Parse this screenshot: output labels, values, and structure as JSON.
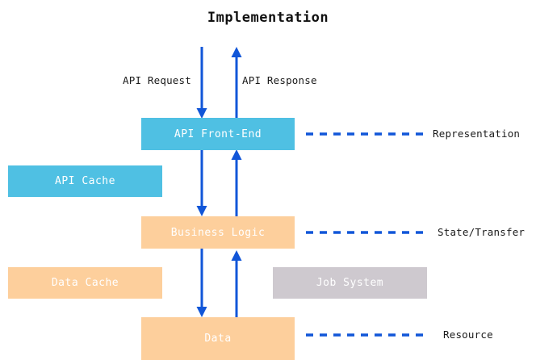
{
  "diagram": {
    "title": "Implementation",
    "accent_arrow_color": "#1156D8",
    "colors": {
      "blue_node": "#4FC0E3",
      "orange_node": "#FDCF9C",
      "gray_node": "#CEC9CF",
      "arrow": "#1156D8",
      "text_on_node": "#FFFFFF",
      "text_label": "#1A1A1A",
      "background": "#FFFFFF"
    },
    "nodes": [
      {
        "id": "api-front-end",
        "label": "API Front-End",
        "color": "#4FC0E3"
      },
      {
        "id": "api-cache",
        "label": "API Cache",
        "color": "#4FC0E3"
      },
      {
        "id": "business-logic",
        "label": "Business Logic",
        "color": "#FDCF9C"
      },
      {
        "id": "data-cache",
        "label": "Data Cache",
        "color": "#FDCF9C"
      },
      {
        "id": "job-system",
        "label": "Job System",
        "color": "#CEC9CF"
      },
      {
        "id": "data",
        "label": "Data",
        "color": "#FDCF9C"
      }
    ],
    "edge_labels": {
      "api_request": "API Request",
      "api_response": "API Response"
    },
    "side_labels": [
      {
        "id": "representation",
        "text": "Representation"
      },
      {
        "id": "state-transfer",
        "text": "State/Transfer"
      },
      {
        "id": "resource",
        "text": "Resource"
      }
    ]
  }
}
